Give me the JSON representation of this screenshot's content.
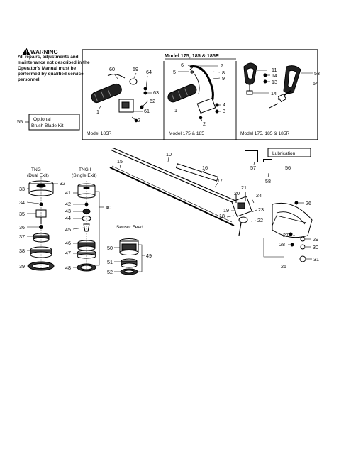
{
  "warning": {
    "title": "WARNING",
    "text": "All repairs, adjustments and maintenance not described in the Operator's Manual must be performed by qualified service personnel."
  },
  "header": {
    "models_title": "Model 175, 185 & 185R"
  },
  "captions": {
    "model_185r": "Model 185R",
    "model_175_185": "Model 175 & 185",
    "model_175_185_185r": "Model 175, 185 & 185R",
    "brush_kit_line1": "Optional",
    "brush_kit_line2": "Brush Blade Kit",
    "lubrication": "Lubrication",
    "tng_dual_line1": "TNG I",
    "tng_dual_line2": "(Dual Exit)",
    "tng_single_line1": "TNG I",
    "tng_single_line2": "(Single Exit)",
    "sensor_feed": "Sensor Feed"
  },
  "part_labels": {
    "p1a": "1",
    "p2a": "2",
    "p60": "60",
    "p59": "59",
    "p64": "64",
    "p63": "63",
    "p62": "62",
    "p61": "61",
    "p6": "6",
    "p5": "5",
    "p7": "7",
    "p8": "8",
    "p9": "9",
    "p1b": "1",
    "p4": "4",
    "p3": "3",
    "p2b": "2",
    "p11": "11",
    "p14a": "14",
    "p13": "13",
    "p14b": "14",
    "p53": "53",
    "p54": "54",
    "p55": "55",
    "p10": "10",
    "p15": "15",
    "p16": "16",
    "p17": "17",
    "p57": "57",
    "p56": "56",
    "p58": "58",
    "p20": "20",
    "p21": "21",
    "p24": "24",
    "p19": "19",
    "p18": "18",
    "p23": "23",
    "p22": "22",
    "p26": "26",
    "p27": "27",
    "p28": "28",
    "p29": "29",
    "p30": "30",
    "p31": "31",
    "p25": "25",
    "p33": "33",
    "p32": "32",
    "p34": "34",
    "p35": "35",
    "p36": "36",
    "p37": "37",
    "p38": "38",
    "p39": "39",
    "p41": "41",
    "p42": "42",
    "p43": "43",
    "p44": "44",
    "p45": "45",
    "p46": "46",
    "p47": "47",
    "p48": "48",
    "p40": "40",
    "p50": "50",
    "p49": "49",
    "p51": "51",
    "p52": "52"
  }
}
